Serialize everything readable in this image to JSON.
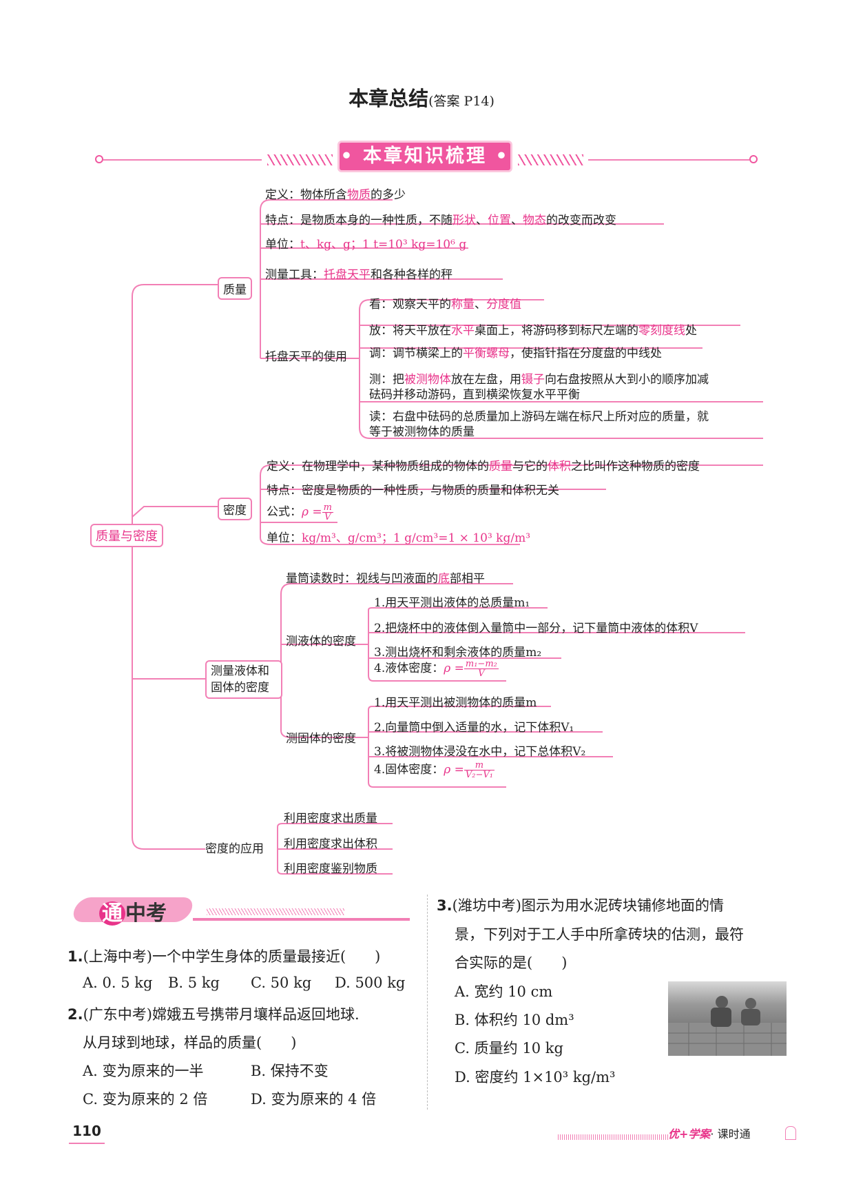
{
  "title": "本章总结",
  "answer_ref": "(答案 P14)",
  "banner": "• 本章知识梳理 •",
  "root": "质量与密度",
  "mass": {
    "label": "质量",
    "def": [
      "定义：物体所含",
      "物质",
      "的多少"
    ],
    "trait": [
      "特点：是物质本身的一种性质，不随",
      "形状",
      "、",
      "位置",
      "、",
      "物态",
      "的改变而改变"
    ],
    "unit": [
      "单位：",
      "t、kg、g；1 t=10³ kg=10⁶ g"
    ],
    "tool": [
      "测量工具：",
      "托盘天平",
      "和各种各样的秤"
    ],
    "balance_label": "托盘天平的使用",
    "balance": {
      "look": [
        "看：观察天平的",
        "称量",
        "、",
        "分度值"
      ],
      "put": [
        "放：将天平放在",
        "水平",
        "桌面上，将游码移到标尺左端的",
        "零刻度线",
        "处"
      ],
      "adjust": [
        "调：调节横梁上的",
        "平衡螺母",
        "，使指针指在分度盘的中线处"
      ],
      "measure1": [
        "测：把",
        "被测物体",
        "放在左盘，用",
        "镊子",
        "向右盘按照从大到小的顺序加减"
      ],
      "measure2": "砝码并移动游码，直到横梁恢复水平平衡",
      "read1": "读：右盘中砝码的总质量加上游码左端在标尺上所对应的质量，就",
      "read2": "等于被测物体的质量"
    }
  },
  "density": {
    "label": "密度",
    "def": [
      "定义：在物理学中，某种物质组成的物体的",
      "质量",
      "与它的",
      "体积",
      "之比叫作这种物质的密度"
    ],
    "trait": "特点：密度是物质的一种性质，与物质的质量和体积无关",
    "formula": [
      "公式：",
      "ρ =",
      "m",
      "V"
    ],
    "unit": [
      "单位：",
      "kg/m³、g/cm³；1 g/cm³=1 × 10³ kg/m³"
    ]
  },
  "measure": {
    "label1": "测量液体和",
    "label2": "固体的密度",
    "cylinder": [
      "量筒读数时：视线与凹液面的",
      "底",
      "部相平"
    ],
    "liquid_label": "测液体的密度",
    "liquid": [
      "1.用天平测出液体的总质量m₁",
      "2.把烧杯中的液体倒入量筒中一部分，记下量筒中液体的体积V",
      "3.测出烧杯和剩余液体的质量m₂"
    ],
    "liquid4": [
      "4.液体密度：",
      "ρ =",
      "m₁−m₂",
      "V"
    ],
    "solid_label": "测固体的密度",
    "solid": [
      "1.用天平测出被测物体的质量m",
      "2.向量筒中倒入适量的水，记下体积V₁",
      "3.将被测物体浸没在水中，记下总体积V₂"
    ],
    "solid4": [
      "4.固体密度：",
      "ρ =",
      "m",
      "V₂−V₁"
    ]
  },
  "application": {
    "label": "密度的应用",
    "items": [
      "利用密度求出质量",
      "利用密度求出体积",
      "利用密度鉴别物质"
    ]
  },
  "section2": {
    "first": "通",
    "rest": "中考"
  },
  "q1": {
    "num": "1.",
    "text": "(上海中考)一个中学生身体的质量最接近(　　)",
    "a": "A. 0. 5 kg",
    "b": "B. 5 kg",
    "c": "C. 50 kg",
    "d": "D. 500 kg"
  },
  "q2": {
    "num": "2.",
    "line1": "(广东中考)嫦娥五号携带月壤样品返回地球.",
    "line2": "从月球到地球，样品的质量(　　)",
    "a": "A. 变为原来的一半",
    "b": "B. 保持不变",
    "c": "C. 变为原来的 2 倍",
    "d": "D. 变为原来的 4 倍"
  },
  "q3": {
    "num": "3.",
    "line1": "(潍坊中考)图示为用水泥砖块铺修地面的情",
    "line2": "景，下列对于工人手中所拿砖块的估测，最符",
    "line3": "合实际的是(　　)",
    "a": "A. 宽约 10 cm",
    "b": "B. 体积约 10 dm³",
    "c": "C. 质量约 10 kg",
    "d": "D. 密度约 1×10³ kg/m³"
  },
  "page_number": "110",
  "footer_brand": "优+学案",
  "footer_series": "· 课时通"
}
